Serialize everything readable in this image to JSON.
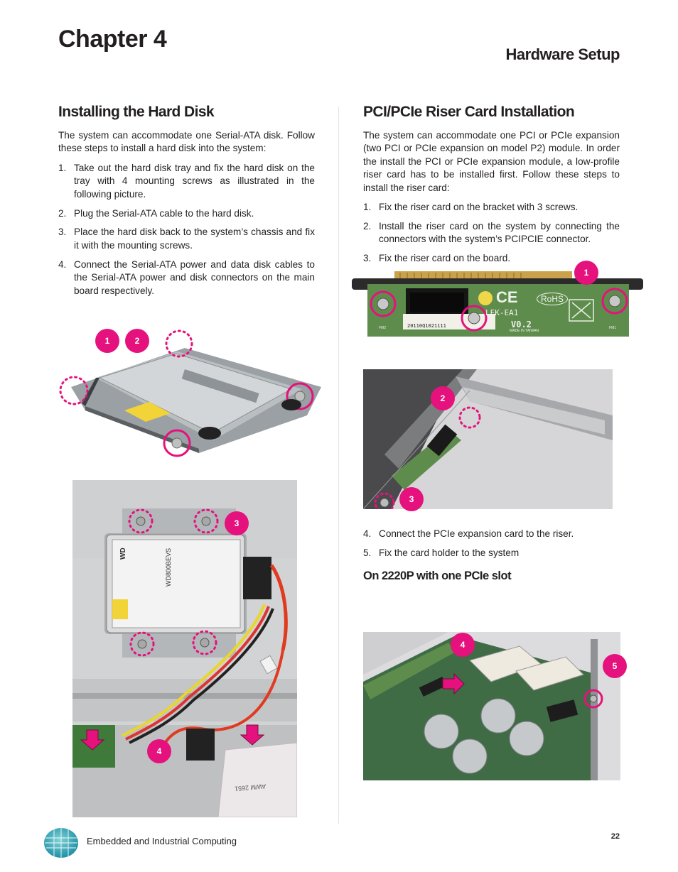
{
  "header": {
    "chapter": "Chapter 4",
    "section": "Hardware Setup"
  },
  "left": {
    "title": "Installing the Hard Disk",
    "intro": "The system can accommodate one Serial-ATA disk. Follow these steps to install a hard disk into the system:",
    "steps": [
      {
        "num": "1.",
        "text": "Take out the hard disk tray and fix the hard disk on the tray with 4 mounting screws as illustrated in the following picture."
      },
      {
        "num": "2.",
        "text": "Plug the Serial-ATA cable to the hard disk."
      },
      {
        "num": "3.",
        "text": "Place the hard disk back to the system’s chassis and fix it with the mounting screws."
      },
      {
        "num": "4.",
        "text": "Connect the Serial-ATA power and data disk cables to the Serial-ATA power and disk connectors on the main board respectively."
      }
    ],
    "badges": [
      "1",
      "2",
      "3",
      "4"
    ]
  },
  "right": {
    "title": "PCI/PCIe Riser Card Installation",
    "intro": "The system can accommodate one PCI or PCIe expansion (two PCI or PCIe expansion on model P2) module. In order the install the PCI or PCIe expansion module, a low-profile riser card has to be installed first. Follow these steps to install the riser card:",
    "steps": [
      {
        "num": "1.",
        "text": "Fix the riser card on the bracket with 3 screws."
      },
      {
        "num": "2.",
        "text": "Install the riser card on the system by connecting the connectors with the system’s PCIPCIE connector."
      },
      {
        "num": "3.",
        "text": "Fix the riser card on the board."
      }
    ],
    "steps2": [
      {
        "num": "4.",
        "text": "Connect the PCIe expansion card to the riser."
      },
      {
        "num": "5.",
        "text": "Fix the card holder to the system"
      }
    ],
    "subtitle": "On 2220P with one PCIe slot",
    "badges": [
      "1",
      "2",
      "3",
      "4",
      "5"
    ],
    "riser_label_1": "LEK-EA1",
    "riser_label_2": "V0.2",
    "riser_rohs": "RoHS",
    "riser_ce": "CE",
    "riser_serial": "20110Q1021111",
    "riser_made": "MADE IN TAIWAN",
    "riser_fm2": "FM2",
    "riser_fm1": "FM1"
  },
  "hdd_label": {
    "brand": "WD",
    "model": "WD800BEVS"
  },
  "ribbon_text": "AWM 2651",
  "footer": {
    "company": "Embedded and Industrial Computing",
    "page": "22"
  },
  "colors": {
    "accent": "#e5127d",
    "text": "#231f20",
    "pcb_green": "#5e8c4c"
  }
}
